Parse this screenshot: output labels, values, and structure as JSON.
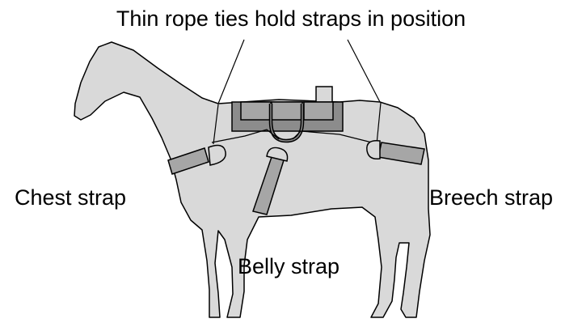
{
  "labels": {
    "title": "Thin rope ties hold straps in position",
    "chest_strap": "Chest strap",
    "breech_strap": "Breech strap",
    "belly_strap": "Belly strap"
  },
  "colors": {
    "body_fill": "#d9d9d9",
    "strap_fill": "#a6a6a6",
    "saddle_fill": "#8c8c8c",
    "outline": "#000000"
  }
}
